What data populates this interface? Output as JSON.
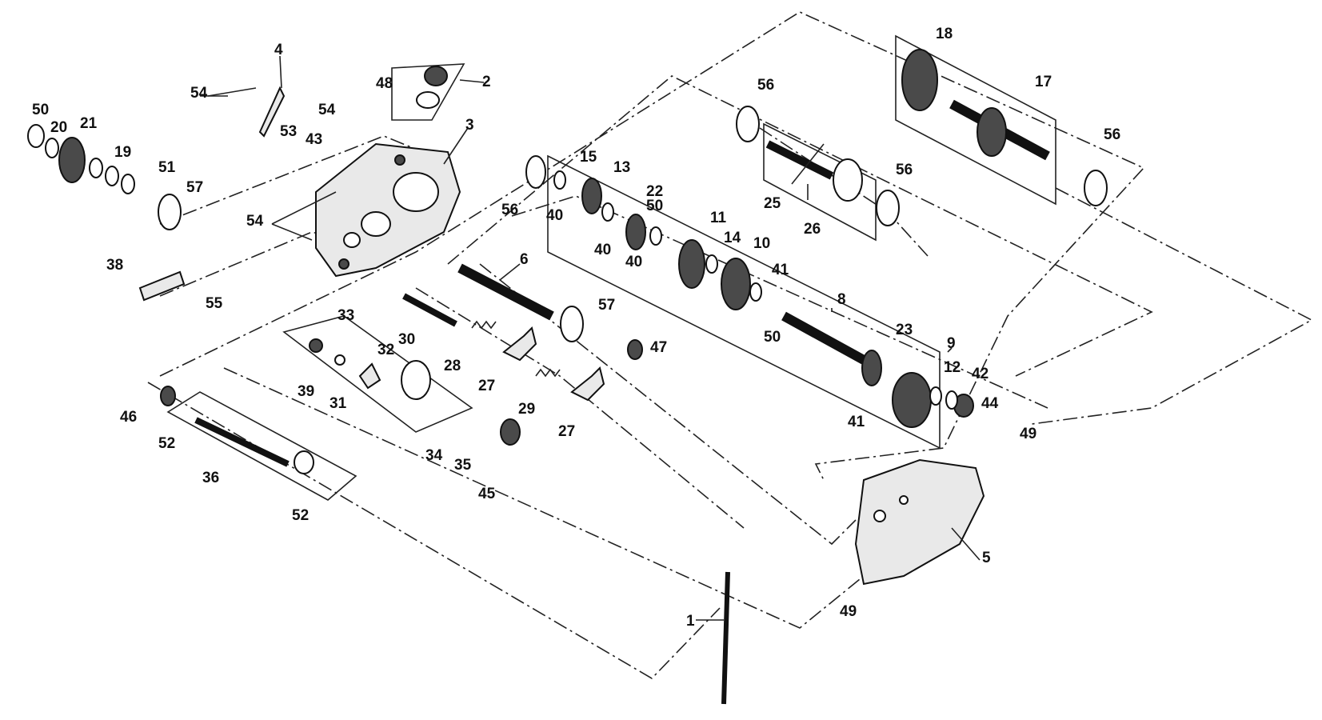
{
  "diagram": {
    "labels": [
      "1",
      "2",
      "3",
      "4",
      "5",
      "6",
      "8",
      "9",
      "10",
      "11",
      "12",
      "13",
      "14",
      "15",
      "17",
      "18",
      "19",
      "20",
      "21",
      "22",
      "23",
      "25",
      "26",
      "27",
      "27",
      "28",
      "29",
      "30",
      "31",
      "32",
      "33",
      "34",
      "35",
      "36",
      "38",
      "39",
      "40",
      "40",
      "40",
      "41",
      "41",
      "42",
      "43",
      "44",
      "45",
      "46",
      "47",
      "48",
      "49",
      "49",
      "50",
      "50",
      "50",
      "51",
      "52",
      "52",
      "53",
      "54",
      "54",
      "54",
      "55",
      "56",
      "56",
      "56",
      "56",
      "57",
      "57"
    ]
  }
}
